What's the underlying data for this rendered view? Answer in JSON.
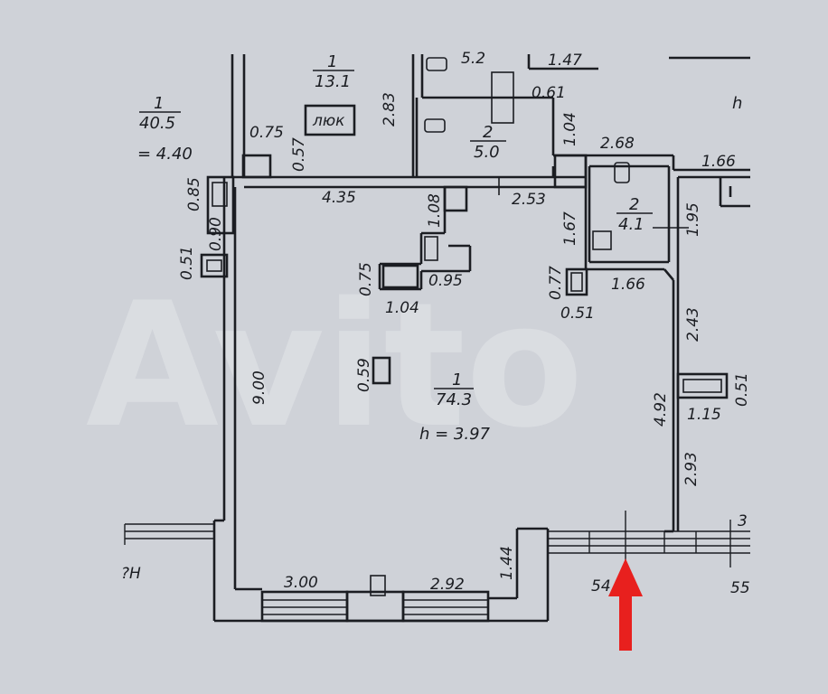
{
  "watermark": "Avito",
  "rooms": {
    "hall_left": {
      "number": "1",
      "area": "40.5",
      "height": "= 4.40"
    },
    "room_13": {
      "number": "1",
      "area": "13.1",
      "hatch": "люк"
    },
    "wc_5": {
      "number": "2",
      "area": "5.0"
    },
    "wc_4": {
      "number": "2",
      "area": "4.1"
    },
    "main": {
      "number": "1",
      "area": "74.3",
      "height": "h = 3.97"
    },
    "top_right_h": "h"
  },
  "dimensions": {
    "d_283": "2.83",
    "d_075a": "0.75",
    "d_057": "0.57",
    "d_085": "0.85",
    "d_090": "0.90",
    "d_051a": "0.51",
    "d_435": "4.35",
    "d_108": "1.08",
    "d_253": "2.53",
    "d_061": "0.61",
    "d_104a": "1.04",
    "d_268": "2.68",
    "d_166a": "1.66",
    "d_167": "1.67",
    "d_195": "1.95",
    "d_075b": "0.75",
    "d_095": "0.95",
    "d_104b": "1.04",
    "d_077": "0.77",
    "d_051b": "0.51",
    "d_166b": "1.66",
    "d_243": "2.43",
    "d_059": "0.59",
    "d_900": "9.00",
    "d_492": "4.92",
    "d_051c": "0.51",
    "d_115": "1.15",
    "d_293": "2.93",
    "d_300": "3.00",
    "d_292": "2.92",
    "d_144": "1.44",
    "cut_54": "54",
    "cut_55": "55",
    "cut_2H": "?H",
    "cut_3": "3",
    "cut_52": "5.2",
    "cut_147": "1.47"
  },
  "marker": {
    "color": "#e8201e",
    "icon": "arrow-up-icon"
  }
}
